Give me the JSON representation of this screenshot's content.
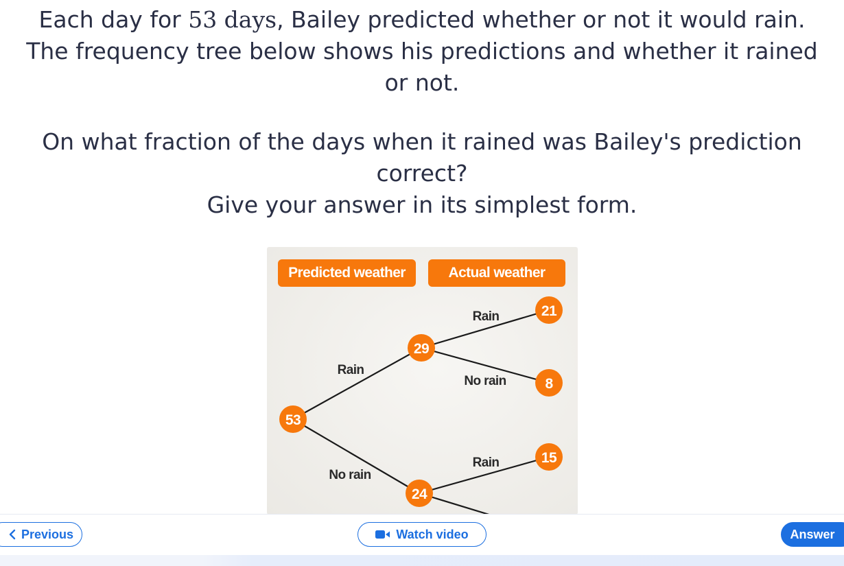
{
  "question": {
    "line1_pre": "Each day for ",
    "line1_math": "53 days",
    "line1_post": ", Bailey predicted whether or not it would rain.",
    "line2": "The frequency tree below shows his predictions and whether it rained",
    "line3": "or not.",
    "line4": "On what fraction of the days when it rained was Bailey's prediction",
    "line5": "correct?",
    "line6": "Give your answer in its simplest form."
  },
  "tree": {
    "headers": {
      "predicted": "Predicted weather",
      "actual": "Actual weather"
    },
    "root": "53",
    "predicted_rain": {
      "label": "Rain",
      "count": "29"
    },
    "predicted_no_rain": {
      "label": "No rain",
      "count": "24"
    },
    "rain_actual_rain": {
      "label": "Rain",
      "count": "21"
    },
    "rain_actual_no_rain": {
      "label": "No rain",
      "count": "8"
    },
    "norain_actual_rain": {
      "label": "Rain",
      "count": "15"
    }
  },
  "colors": {
    "accent": "#f7780c",
    "link": "#1c6fe0"
  },
  "nav": {
    "previous": "Previous",
    "watch_video": "Watch video",
    "answer": "Answer",
    "icons": {
      "previous": "chevron-left-icon",
      "video": "video-camera-icon"
    }
  }
}
